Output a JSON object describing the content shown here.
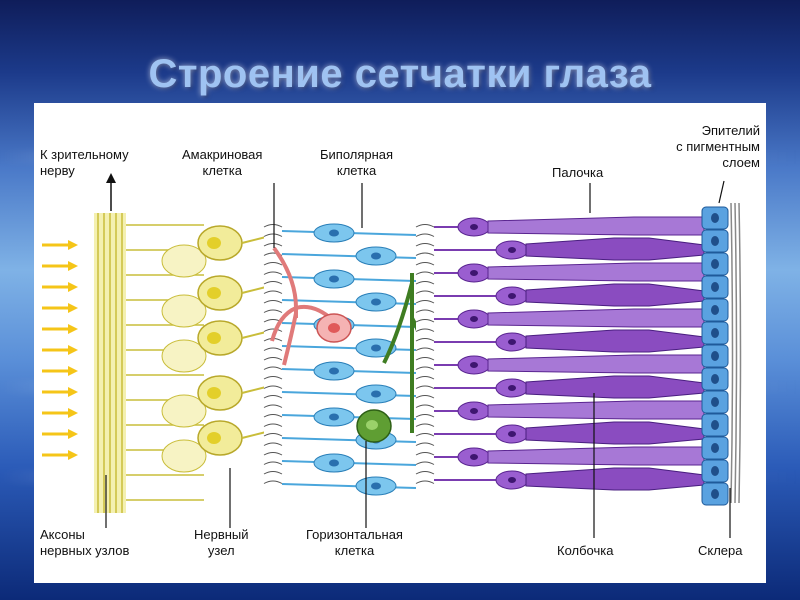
{
  "title": "Строение сетчатки глаза",
  "labels": {
    "to_optic_nerve": "К зрительному\nнерву",
    "amacrine_cell": "Амакриновая\nклетка",
    "bipolar_cell": "Биполярная\nклетка",
    "rod": "Палочка",
    "pigment_epithelium": "Эпителий\nс пигментным\nслоем",
    "ganglion_axons": "Аксоны\nнервных узлов",
    "ganglion_cell": "Нервный\nузел",
    "horizontal_cell": "Горизонтальная\nклетка",
    "cone": "Колбочка",
    "sclera": "Склера"
  },
  "colors": {
    "ganglion": "#f2ec9a",
    "bipolar": "#7cc6ee",
    "amacrine": "#f29a9a",
    "horizontal": "#4c8a2a",
    "photoreceptor": "#8a4cc0",
    "epithelium": "#3c86cc",
    "light_arrows": "#f5c518"
  }
}
